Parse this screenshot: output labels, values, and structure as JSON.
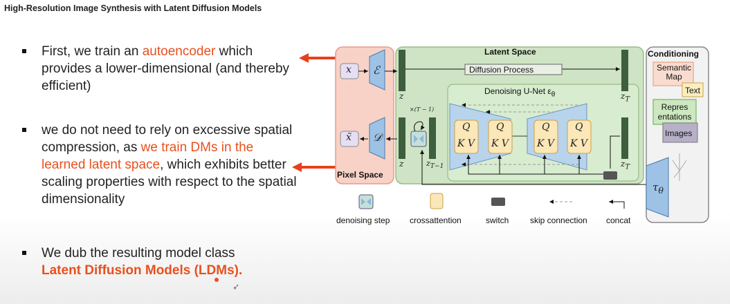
{
  "title": "High-Resolution Image Synthesis with Latent Diffusion Models",
  "bullets": {
    "b1": {
      "pre": "First, we train an ",
      "accent": "autoencoder",
      "post": " which provides a lower-dimensional (and thereby efficient)"
    },
    "b2": {
      "pre": "we do not need to rely on excessive spatial compression, as ",
      "accent": "we train DMs in the learned latent space",
      "post": ", which exhibits better scaling properties with respect to the spatial dimensionality"
    },
    "b3": {
      "pre": "We dub the resulting model class ",
      "accent": "Latent Diffusion Models (LDMs)."
    }
  },
  "diagram": {
    "pixel_space": "Pixel Space",
    "latent_space": "Latent Space",
    "conditioning": "Conditioning",
    "diffusion_process": "Diffusion Process",
    "denoising_unet": "Denoising U-Net ε",
    "denoising_unet_sub": "θ",
    "x": "x",
    "x_tilde": "x̃",
    "encoder": "ℰ",
    "decoder": "𝒟",
    "z1": "z",
    "z2": "z",
    "zT1": "z",
    "zT1_sub": "T",
    "zT2": "z",
    "zT2_sub": "T",
    "zT_1": "z",
    "zT_1_sub": "T−1",
    "times": "×(T − 1)",
    "tau": "τ",
    "tau_sub": "θ",
    "q": "Q",
    "kv": "K V",
    "cond_items": [
      "Semantic Map",
      "Text",
      "Repres entations",
      "Images"
    ],
    "legend": [
      "denoising step",
      "crossattention",
      "switch",
      "skip connection",
      "concat"
    ]
  },
  "colors": {
    "accent": "#e8501e",
    "pixel_bg": "#f8d2c6",
    "latent_bg": "#cfe4c4",
    "unet_blue": "#b8d4ec",
    "qkv_bg": "#fbe7b8"
  }
}
